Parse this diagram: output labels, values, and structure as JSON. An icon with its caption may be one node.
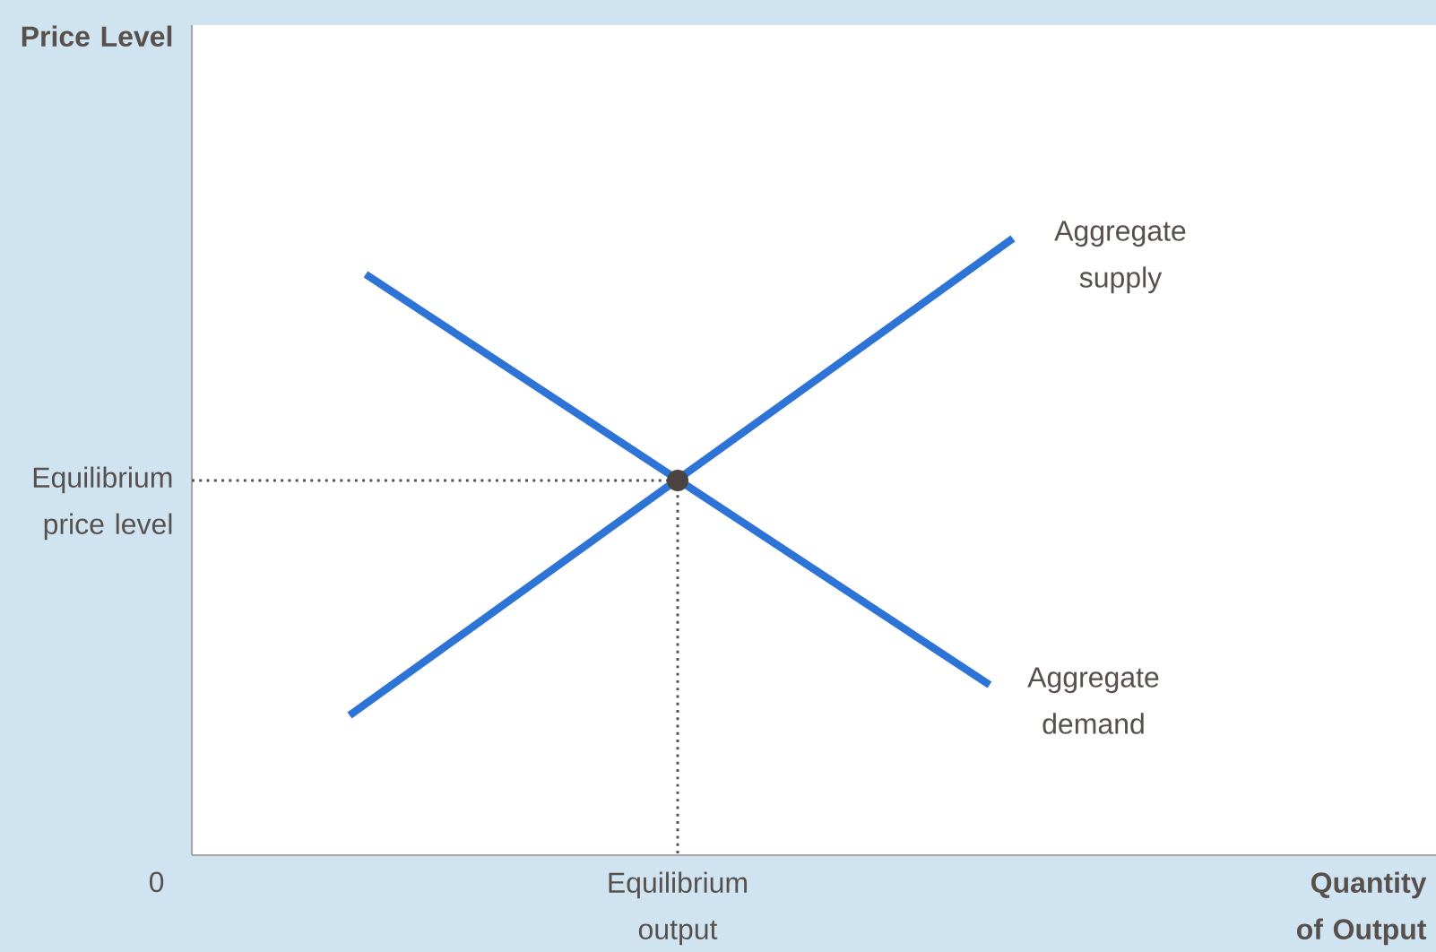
{
  "diagram": {
    "labels": [
      "Price Level",
      "Equilibrium price level",
      "Aggregate supply",
      "Aggregate demand",
      "0",
      "Equilibrium output",
      "Quantity of Output"
    ]
  }
}
